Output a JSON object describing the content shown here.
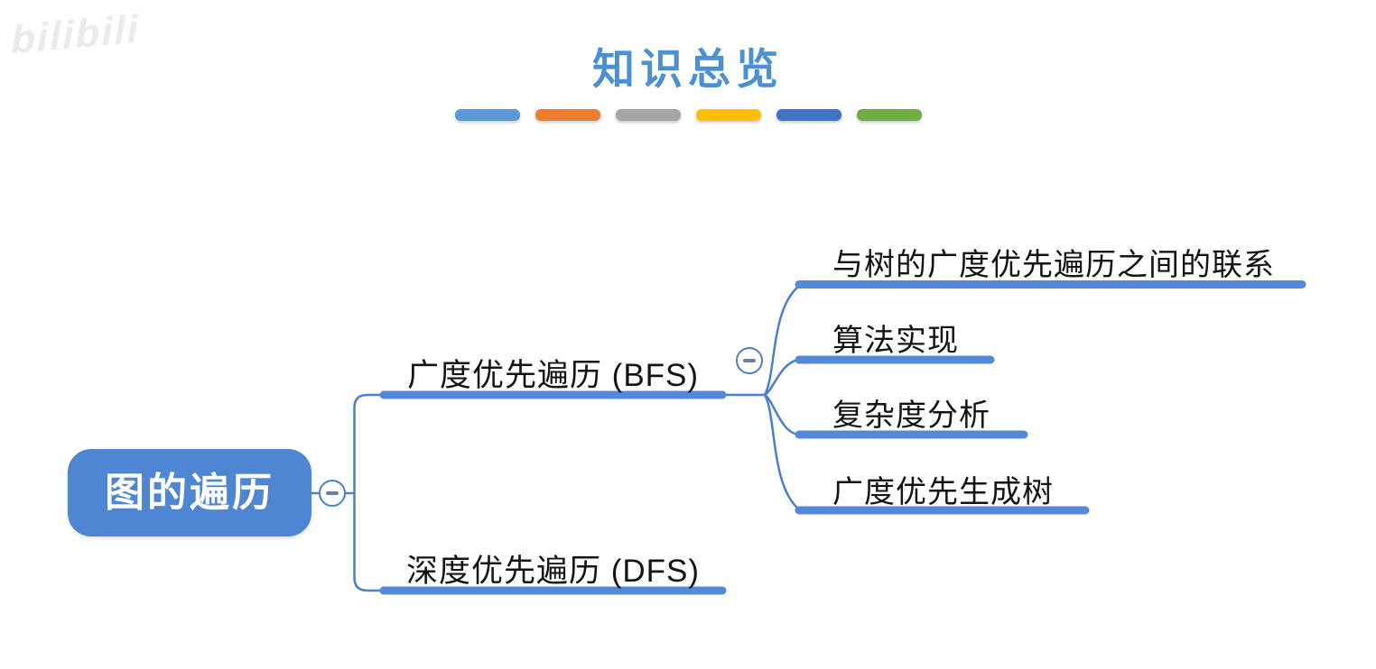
{
  "watermark": {
    "text": "bilibili"
  },
  "header": {
    "title": "知识总览",
    "title_color": "#4A90D2",
    "dash_colors": [
      "#5B9BD5",
      "#ED7D31",
      "#A5A5A5",
      "#FFC000",
      "#4472C4",
      "#70AD47"
    ]
  },
  "mindmap": {
    "root": {
      "label": "图的遍历",
      "fill": "#4E86D2",
      "text_color": "#FFFFFF"
    },
    "branches": [
      {
        "label": "广度优先遍历 (BFS)",
        "collapse_state": "expanded",
        "children": [
          "与树的广度优先遍历之间的联系",
          "算法实现",
          "复杂度分析",
          "广度优先生成树"
        ]
      },
      {
        "label": "深度优先遍历 (DFS)",
        "children": []
      }
    ],
    "connector_color": "#4A7FD0",
    "underline_color": "#5488D8"
  }
}
